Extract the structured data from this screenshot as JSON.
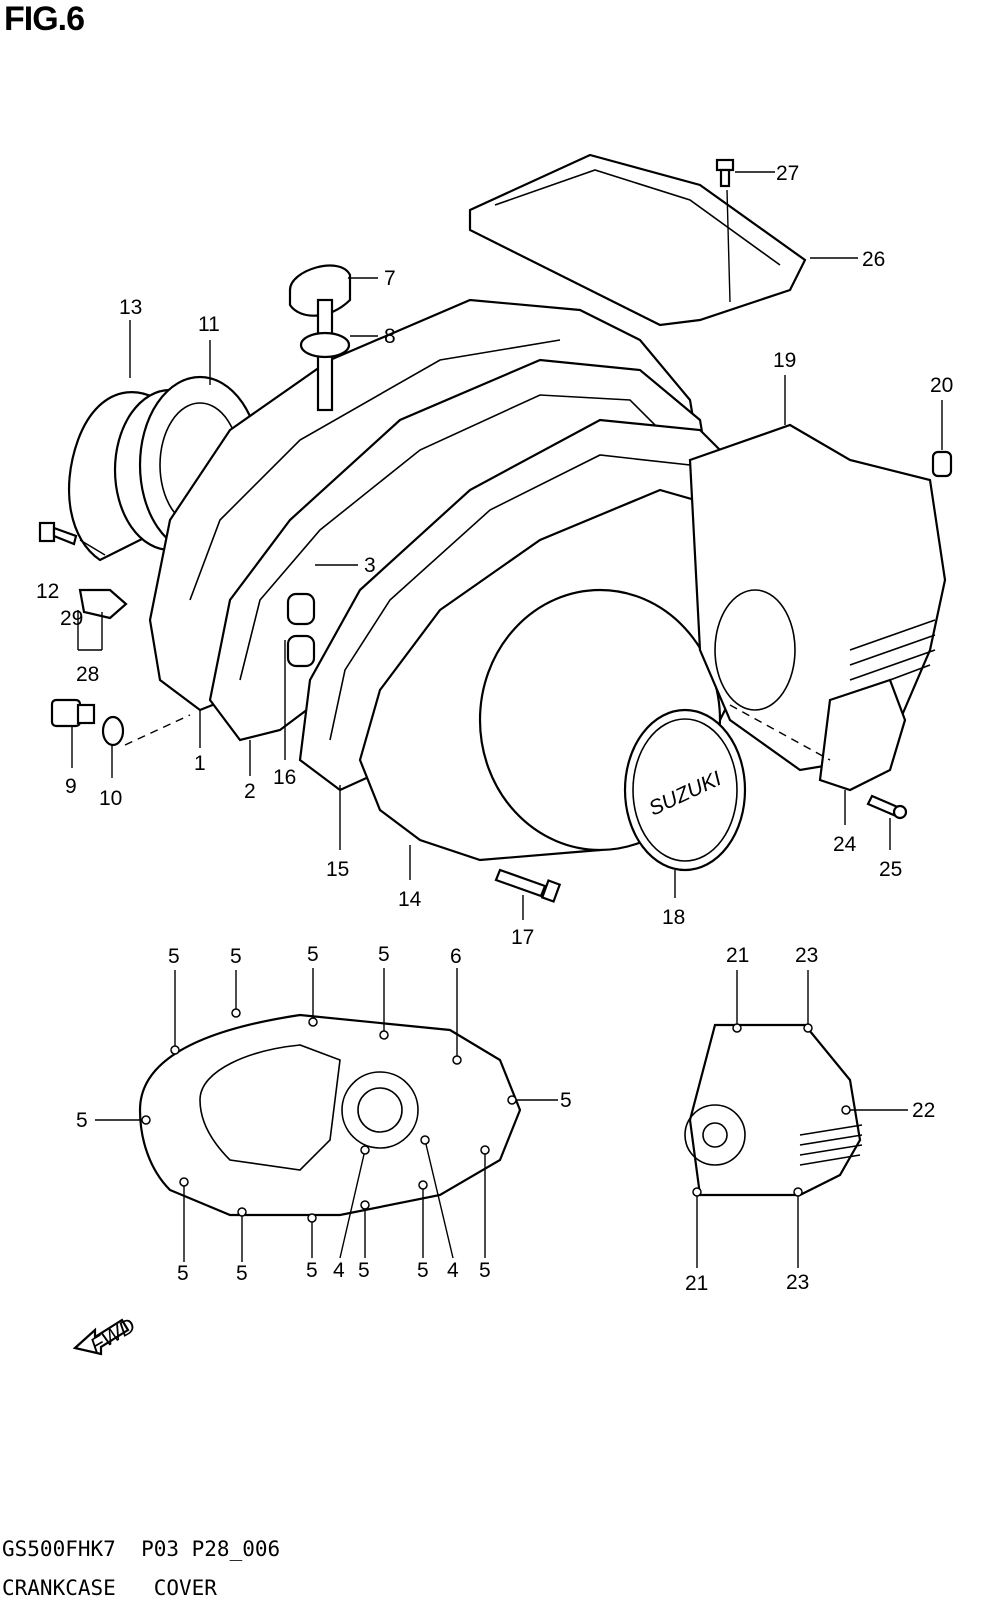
{
  "figure": {
    "title": "FIG.6",
    "model_code": "GS500FHK7  P03 P28_006",
    "section_name": "CRANKCASE   COVER"
  },
  "fwd_label": "FWD",
  "brand_label": "SUZUKI",
  "callouts": [
    {
      "id": "c1",
      "text": "1"
    },
    {
      "id": "c2",
      "text": "2"
    },
    {
      "id": "c3",
      "text": "3"
    },
    {
      "id": "c7",
      "text": "7"
    },
    {
      "id": "c8",
      "text": "8"
    },
    {
      "id": "c9",
      "text": "9"
    },
    {
      "id": "c10",
      "text": "10"
    },
    {
      "id": "c11",
      "text": "11"
    },
    {
      "id": "c12",
      "text": "12"
    },
    {
      "id": "c13",
      "text": "13"
    },
    {
      "id": "c14",
      "text": "14"
    },
    {
      "id": "c15",
      "text": "15"
    },
    {
      "id": "c16",
      "text": "16"
    },
    {
      "id": "c17",
      "text": "17"
    },
    {
      "id": "c18",
      "text": "18"
    },
    {
      "id": "c19",
      "text": "19"
    },
    {
      "id": "c20",
      "text": "20"
    },
    {
      "id": "c24",
      "text": "24"
    },
    {
      "id": "c25",
      "text": "25"
    },
    {
      "id": "c26",
      "text": "26"
    },
    {
      "id": "c27",
      "text": "27"
    },
    {
      "id": "c28",
      "text": "28"
    },
    {
      "id": "c29",
      "text": "29"
    },
    {
      "id": "g5a",
      "text": "5"
    },
    {
      "id": "g5b",
      "text": "5"
    },
    {
      "id": "g5c",
      "text": "5"
    },
    {
      "id": "g5d",
      "text": "5"
    },
    {
      "id": "g6",
      "text": "6"
    },
    {
      "id": "g5e",
      "text": "5"
    },
    {
      "id": "g5f",
      "text": "5"
    },
    {
      "id": "g5g",
      "text": "5"
    },
    {
      "id": "g5h",
      "text": "5"
    },
    {
      "id": "g5i",
      "text": "5"
    },
    {
      "id": "g4a",
      "text": "4"
    },
    {
      "id": "g5j",
      "text": "5"
    },
    {
      "id": "g5k",
      "text": "5"
    },
    {
      "id": "g4b",
      "text": "4"
    },
    {
      "id": "g5l",
      "text": "5"
    },
    {
      "id": "s21a",
      "text": "21"
    },
    {
      "id": "s23a",
      "text": "23"
    },
    {
      "id": "s22",
      "text": "22"
    },
    {
      "id": "s21b",
      "text": "21"
    },
    {
      "id": "s23b",
      "text": "23"
    }
  ]
}
